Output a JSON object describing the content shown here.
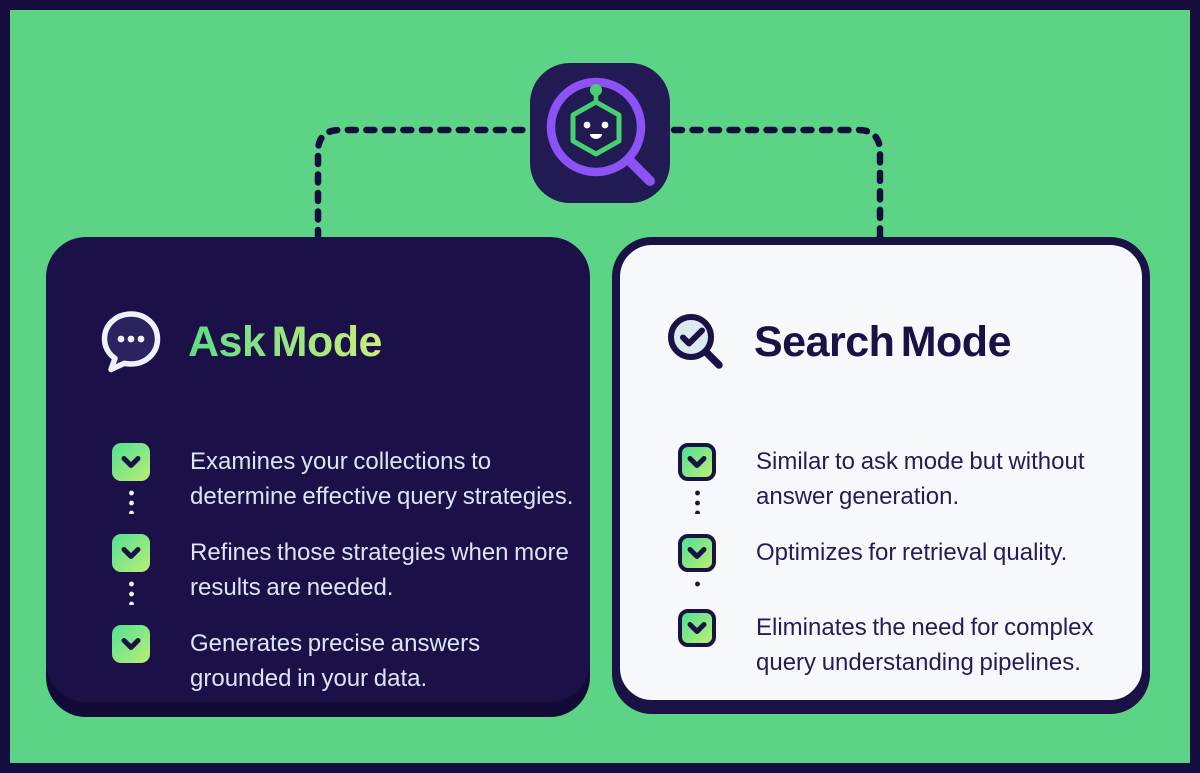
{
  "palette": {
    "background_green": "#5dd385",
    "frame_navy": "#150d3d",
    "card_navy": "#1b1148",
    "card_navy_shadow": "#120b38",
    "light_card_bg": "#f7f8fc",
    "accent_purple": "#8c52f5",
    "accent_green": "#47d16e",
    "checkbox_gradient_start": "#52e194",
    "checkbox_gradient_end": "#bbee74",
    "title_gradient_start": "#5edc85",
    "title_gradient_end": "#cdee7c",
    "light_text": "#dde4f3",
    "dark_text": "#241c55"
  },
  "center_icon": {
    "name": "robot-search-icon"
  },
  "cards": {
    "ask": {
      "title": "Ask Mode",
      "icon": "chat-bubble-icon",
      "bullets": [
        "Examines your collections to determine effective query strategies.",
        "Refines those strategies when more results are needed.",
        "Generates precise answers grounded in your data."
      ]
    },
    "search": {
      "title": "Search Mode",
      "icon": "search-check-icon",
      "bullets": [
        "Similar to ask mode but without answer generation.",
        "Optimizes for retrieval quality.",
        "Eliminates the need for complex query understanding pipelines."
      ]
    }
  }
}
